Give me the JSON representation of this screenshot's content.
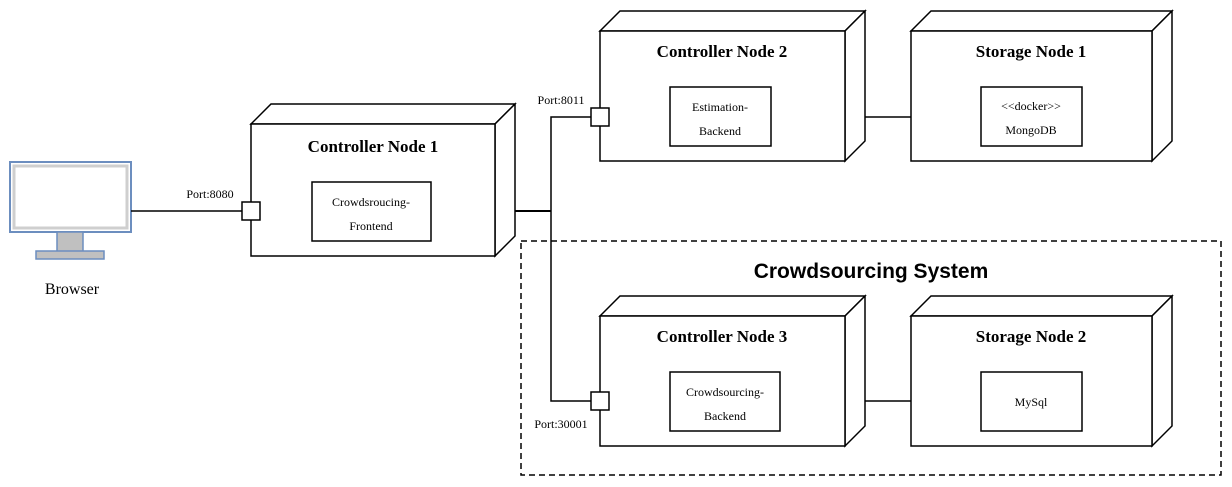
{
  "browser": {
    "label": "Browser"
  },
  "system_title": "Crowdsourcing System",
  "ports": {
    "port_8080": "Port:8080",
    "port_8011": "Port:8011",
    "port_30001": "Port:30001"
  },
  "nodes": {
    "controller1": {
      "title": "Controller Node 1",
      "component": [
        "Crowdsroucing-",
        "Frontend"
      ]
    },
    "controller2": {
      "title": "Controller Node 2",
      "component": [
        "Estimation-",
        "Backend"
      ]
    },
    "controller3": {
      "title": "Controller Node 3",
      "component": [
        "Crowdsourcing-",
        "Backend"
      ]
    },
    "storage1": {
      "title": "Storage Node 1",
      "component": [
        "<<docker>>",
        "MongoDB"
      ]
    },
    "storage2": {
      "title": "Storage Node 2",
      "component": [
        "MySql"
      ]
    }
  },
  "colors": {
    "line": "#000000",
    "browser_frame": "#6c8ebf",
    "browser_screen": "#ffffff",
    "browser_stand": "#b8b8b8",
    "browser_bezel": "#c8c8c8"
  }
}
